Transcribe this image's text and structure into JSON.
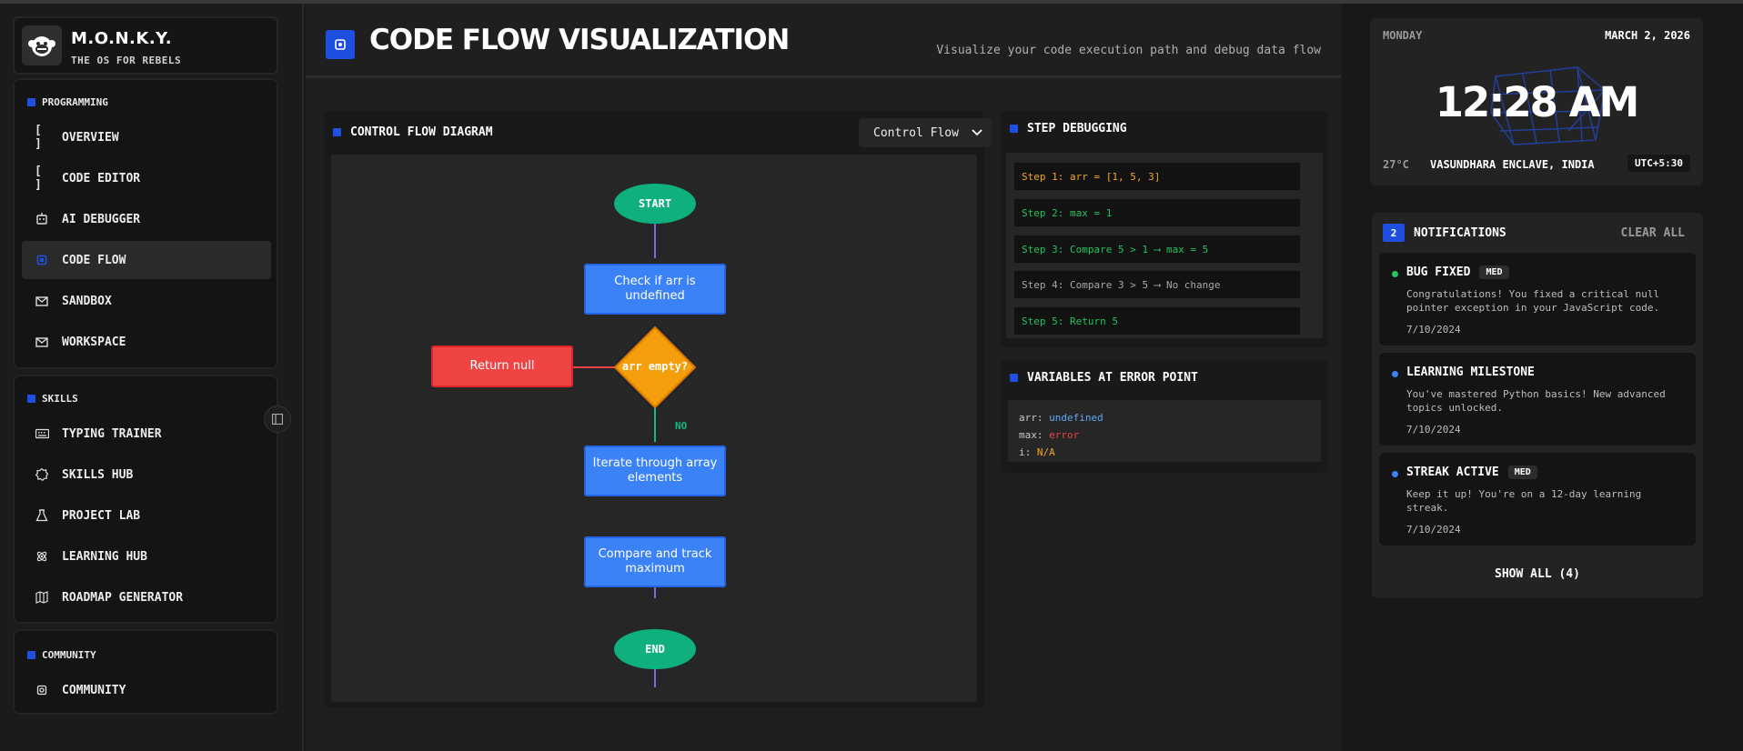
{
  "brand": {
    "name": "M.O.N.K.Y.",
    "tagline": "THE OS FOR REBELS"
  },
  "sidebar": {
    "programming": {
      "title": "PROGRAMMING",
      "items": [
        {
          "label": "OVERVIEW",
          "icon": "brackets-icon"
        },
        {
          "label": "CODE EDITOR",
          "icon": "brackets-icon"
        },
        {
          "label": "AI DEBUGGER",
          "icon": "robot-icon"
        },
        {
          "label": "CODE FLOW",
          "icon": "chip-icon",
          "active": true
        },
        {
          "label": "SANDBOX",
          "icon": "mail-icon"
        },
        {
          "label": "WORKSPACE",
          "icon": "mail-icon"
        }
      ]
    },
    "skills": {
      "title": "SKILLS",
      "items": [
        {
          "label": "TYPING TRAINER",
          "icon": "keyboard-icon"
        },
        {
          "label": "SKILLS HUB",
          "icon": "badge-icon"
        },
        {
          "label": "PROJECT LAB",
          "icon": "flask-icon"
        },
        {
          "label": "LEARNING HUB",
          "icon": "atom-icon"
        },
        {
          "label": "ROADMAP GENERATOR",
          "icon": "map-icon"
        }
      ]
    },
    "community": {
      "title": "COMMUNITY",
      "items": [
        {
          "label": "COMMUNITY",
          "icon": "gear-icon"
        }
      ]
    }
  },
  "header": {
    "title": "CODE FLOW VISUALIZATION",
    "subtitle": "Visualize your code execution path and debug data flow"
  },
  "flow_panel": {
    "title": "CONTROL FLOW DIAGRAM",
    "view_select": "Control Flow",
    "nodes": {
      "start": "START",
      "check": "Check if arr is undefined",
      "decision": "arr empty?",
      "return_null": "Return null",
      "no_label": "NO",
      "iterate": "Iterate through array elements",
      "compare": "Compare and track maximum",
      "end": "END"
    }
  },
  "steps_panel": {
    "title": "STEP DEBUGGING",
    "steps": [
      {
        "text": "Step 1: arr = [1, 5, 3]",
        "color": "#f5a524"
      },
      {
        "text": "Step 2: max = 1",
        "color": "#22c55e"
      },
      {
        "text": "Step 3: Compare 5 > 1 ⟶ max = 5",
        "color": "#22c55e"
      },
      {
        "text": "Step 4: Compare 3 > 5 ⟶ No change",
        "color": "#a8a8a8"
      },
      {
        "text": "Step 5: Return 5",
        "color": "#22c55e"
      }
    ]
  },
  "vars_panel": {
    "title": "VARIABLES AT ERROR POINT",
    "vars": [
      {
        "name": "arr:",
        "value": "undefined",
        "color": "#60a5fa"
      },
      {
        "name": "max:",
        "value": "error",
        "color": "#ef4444"
      },
      {
        "name": "i:",
        "value": "N/A",
        "color": "#f5a524"
      }
    ]
  },
  "clock": {
    "day": "MONDAY",
    "date": "MARCH 2, 2026",
    "time": "12:28 AM",
    "temp": "27°C",
    "location": "VASUNDHARA ENCLAVE, INDIA",
    "timezone": "UTC+5:30"
  },
  "notifications": {
    "count": "2",
    "title": "NOTIFICATIONS",
    "clear_label": "CLEAR ALL",
    "show_all": "SHOW ALL (4)",
    "items": [
      {
        "title": "BUG FIXED",
        "badge": "MED",
        "dot": "#22c55e",
        "body": "Congratulations! You fixed a critical null pointer exception in your JavaScript code.",
        "date": "7/10/2024"
      },
      {
        "title": "LEARNING MILESTONE",
        "badge": "",
        "dot": "#3b82f6",
        "body": "You've mastered Python basics! New advanced topics unlocked.",
        "date": "7/10/2024"
      },
      {
        "title": "STREAK ACTIVE",
        "badge": "MED",
        "dot": "#3b82f6",
        "body": "Keep it up! You're on a 12-day learning streak.",
        "date": "7/10/2024"
      }
    ]
  },
  "colors": {
    "accent": "#1e4fe0",
    "node_blue": "#3b82f6",
    "node_green": "#0fb07e",
    "node_red": "#ef4444",
    "node_amber": "#f59e0b"
  }
}
